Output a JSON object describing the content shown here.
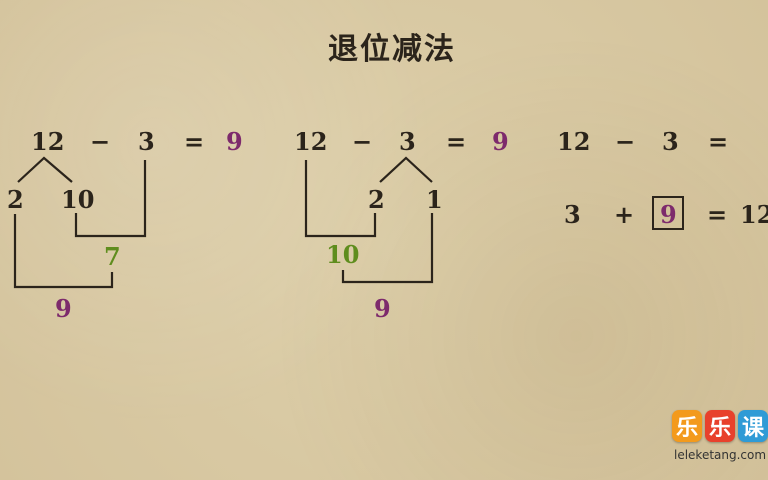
{
  "title": "退位减法",
  "example1": {
    "minuend": "12",
    "minus": "−",
    "subtrahend": "3",
    "equals": "=",
    "result": "9",
    "split_left": "2",
    "split_right": "10",
    "partial": "7",
    "final": "9"
  },
  "example2": {
    "minuend": "12",
    "minus": "−",
    "subtrahend": "3",
    "equals": "=",
    "result": "9",
    "split_left": "2",
    "split_right": "1",
    "partial": "10",
    "final": "9"
  },
  "example3": {
    "minuend": "12",
    "minus": "−",
    "subtrahend": "3",
    "equals": "=",
    "add_a": "3",
    "plus": "+",
    "boxed": "9",
    "equals2": "=",
    "sum": "12"
  },
  "logo": {
    "chars": [
      "乐",
      "乐",
      "课"
    ],
    "url": "leleketang.com"
  },
  "colors": {
    "dark": "#2b241b",
    "purple": "#7d2a6c",
    "green": "#5f8d1e"
  }
}
